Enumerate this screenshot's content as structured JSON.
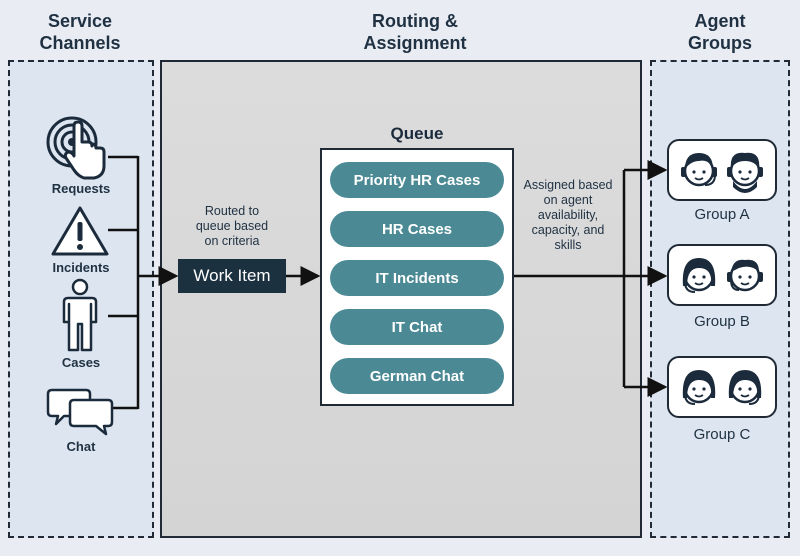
{
  "columns": {
    "service_channels": "Service\nChannels",
    "routing": "Routing &\nAssignment",
    "agent_groups": "Agent\nGroups"
  },
  "channels": [
    {
      "label": "Requests",
      "icon": "touch-target-icon"
    },
    {
      "label": "Incidents",
      "icon": "warning-triangle-icon"
    },
    {
      "label": "Cases",
      "icon": "person-icon"
    },
    {
      "label": "Chat",
      "icon": "chat-bubbles-icon"
    }
  ],
  "routing": {
    "routed_text": "Routed to\nqueue based\non criteria",
    "work_item": "Work Item",
    "assigned_text": "Assigned based\non agent\navailability,\ncapacity, and\nskills"
  },
  "queue": {
    "title": "Queue",
    "items": [
      "Priority HR Cases",
      "HR Cases",
      "IT Incidents",
      "IT Chat",
      "German Chat"
    ]
  },
  "groups": [
    {
      "label": "Group A"
    },
    {
      "label": "Group B"
    },
    {
      "label": "Group C"
    }
  ],
  "colors": {
    "pill": "#4b8a95",
    "work_item": "#1c3140",
    "panel": "#d4d4d4"
  }
}
